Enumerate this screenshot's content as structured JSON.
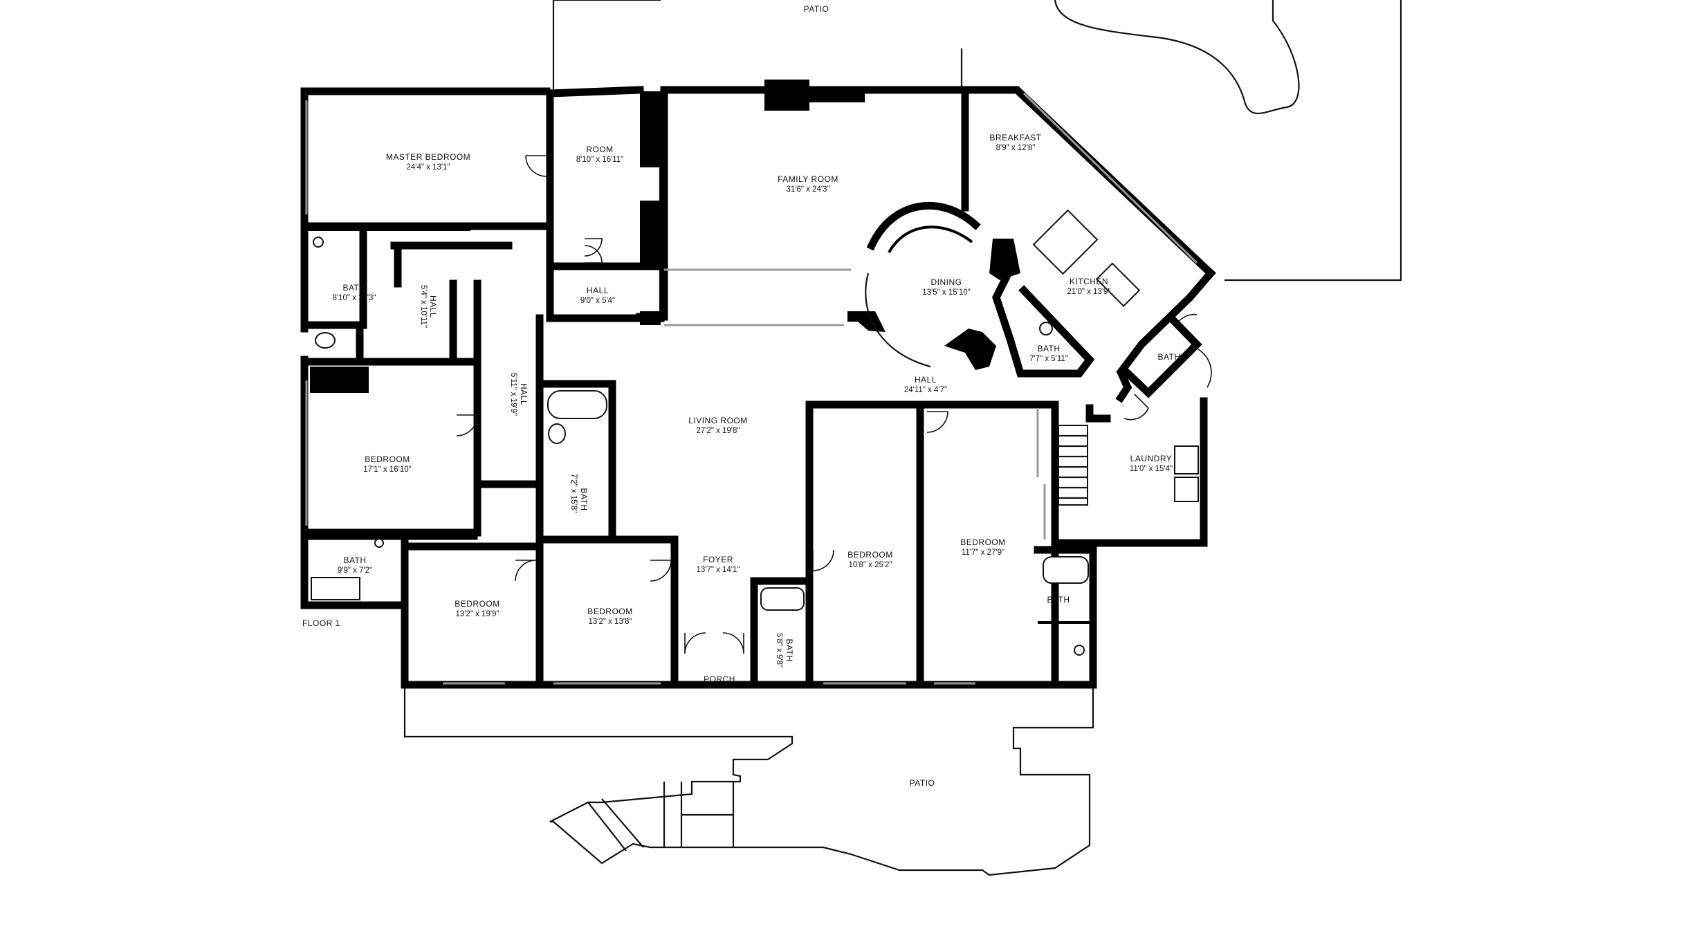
{
  "floor_label": "FLOOR 1",
  "exterior": {
    "patio_top": "PATIO",
    "patio_bottom": "PATIO",
    "porch": "PORCH"
  },
  "rooms": {
    "master_bedroom": {
      "name": "MASTER BEDROOM",
      "dim": "24'4\" x 13'1\""
    },
    "room": {
      "name": "ROOM",
      "dim": "8'10\" x 16'11\""
    },
    "family_room": {
      "name": "FAMILY ROOM",
      "dim": "31'6\" x 24'3\""
    },
    "breakfast": {
      "name": "BREAKFAST",
      "dim": "8'9\" x 12'8\""
    },
    "kitchen": {
      "name": "KITCHEN",
      "dim": "21'0\" x 13'9\""
    },
    "dining": {
      "name": "DINING",
      "dim": "13'5\" x 15'10\""
    },
    "bath_master": {
      "name": "BATH",
      "dim": "8'10\" x 13'3\""
    },
    "hall_small": {
      "name": "HALL",
      "dim": "5'4\" x 10'11\""
    },
    "hall_top": {
      "name": "HALL",
      "dim": "9'0\" x 5'4\""
    },
    "hall_vertical": {
      "name": "HALL",
      "dim": "5'11\" x 19'9\""
    },
    "bath_kitchen": {
      "name": "BATH",
      "dim": "7'7\" x 5'11\""
    },
    "bath_laundry": {
      "name": "BATH"
    },
    "hall_long": {
      "name": "HALL",
      "dim": "24'11\" x 4'7\""
    },
    "living_room": {
      "name": "LIVING ROOM",
      "dim": "27'2\" x 19'8\""
    },
    "bedroom_west": {
      "name": "BEDROOM",
      "dim": "17'1\" x 16'10\""
    },
    "bath_center": {
      "name": "BATH",
      "dim": "7'2\" x 15'8\""
    },
    "laundry": {
      "name": "LAUNDRY",
      "dim": "11'0\" x 15'4\""
    },
    "bath_sw": {
      "name": "BATH",
      "dim": "9'9\" x 7'2\""
    },
    "foyer": {
      "name": "FOYER",
      "dim": "13'7\" x 14'1\""
    },
    "bedroom_mid_right": {
      "name": "BEDROOM",
      "dim": "10'8\" x 25'2\""
    },
    "bedroom_east": {
      "name": "BEDROOM",
      "dim": "11'7\" x 27'9\""
    },
    "bedroom_sw": {
      "name": "BEDROOM",
      "dim": "13'2\" x 19'9\""
    },
    "bedroom_s": {
      "name": "BEDROOM",
      "dim": "13'2\" x 13'8\""
    },
    "bath_east": {
      "name": "BATH"
    },
    "bath_foyer": {
      "name": "BATH",
      "dim": "5'8\" x 9'8\""
    }
  }
}
